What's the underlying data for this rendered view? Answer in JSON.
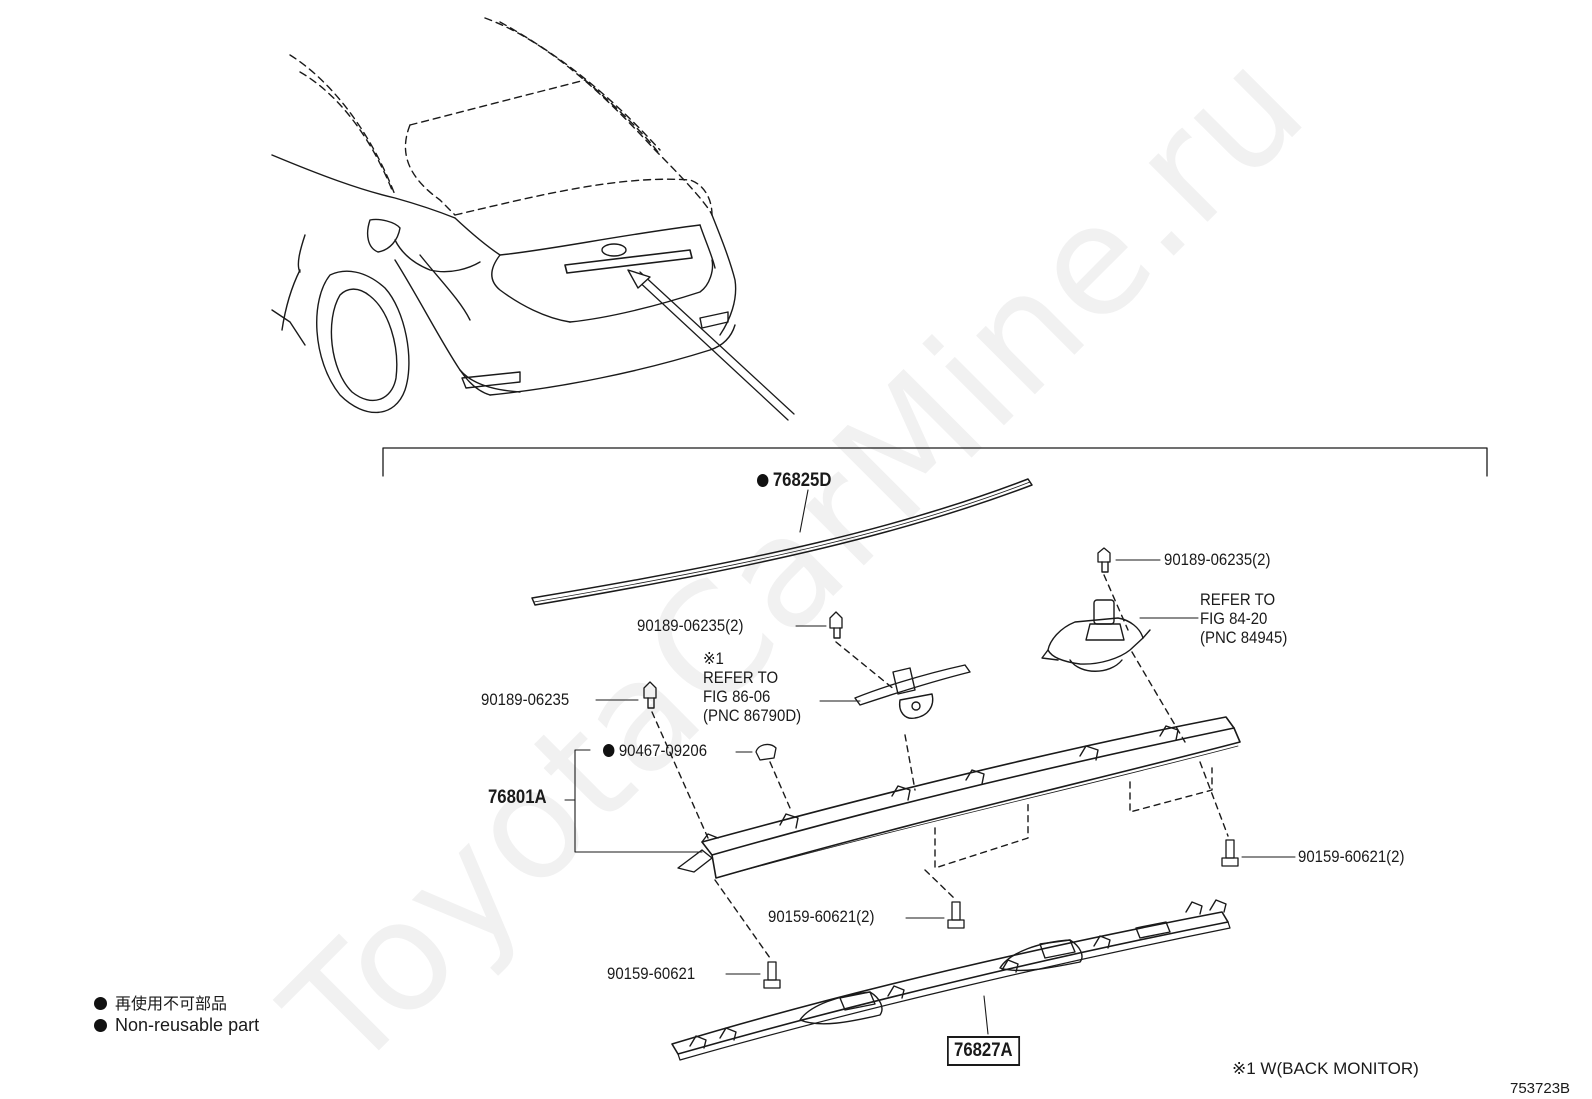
{
  "watermark": "ToyotaCarMine.ru",
  "parts": {
    "trim_strip": "76825D",
    "clip_camera_right": "90189-06235(2)",
    "camera_right_ref": "REFER TO\nFIG 84-20\n(PNC 84945)",
    "clip_camera_left": "90189-06235(2)",
    "camera_left_ref": "※1\nREFER TO\nFIG 86-06\n(PNC 86790D)",
    "clip_single": "90189-06235",
    "clip_nonreusable": "90467-09206",
    "garnish_assy": "76801A",
    "bolt_right": "90159-60621(2)",
    "bolt_center": "90159-60621(2)",
    "bolt_left": "90159-60621",
    "bracket": "76827A"
  },
  "legend": {
    "jp": "再使用不可部品",
    "en": "Non-reusable part"
  },
  "footnote": "※1 W(BACK MONITOR)",
  "figure_id": "753723B",
  "colors": {
    "ink": "#1a1a1a",
    "watermark": "#f1f1f1",
    "background": "#ffffff"
  }
}
